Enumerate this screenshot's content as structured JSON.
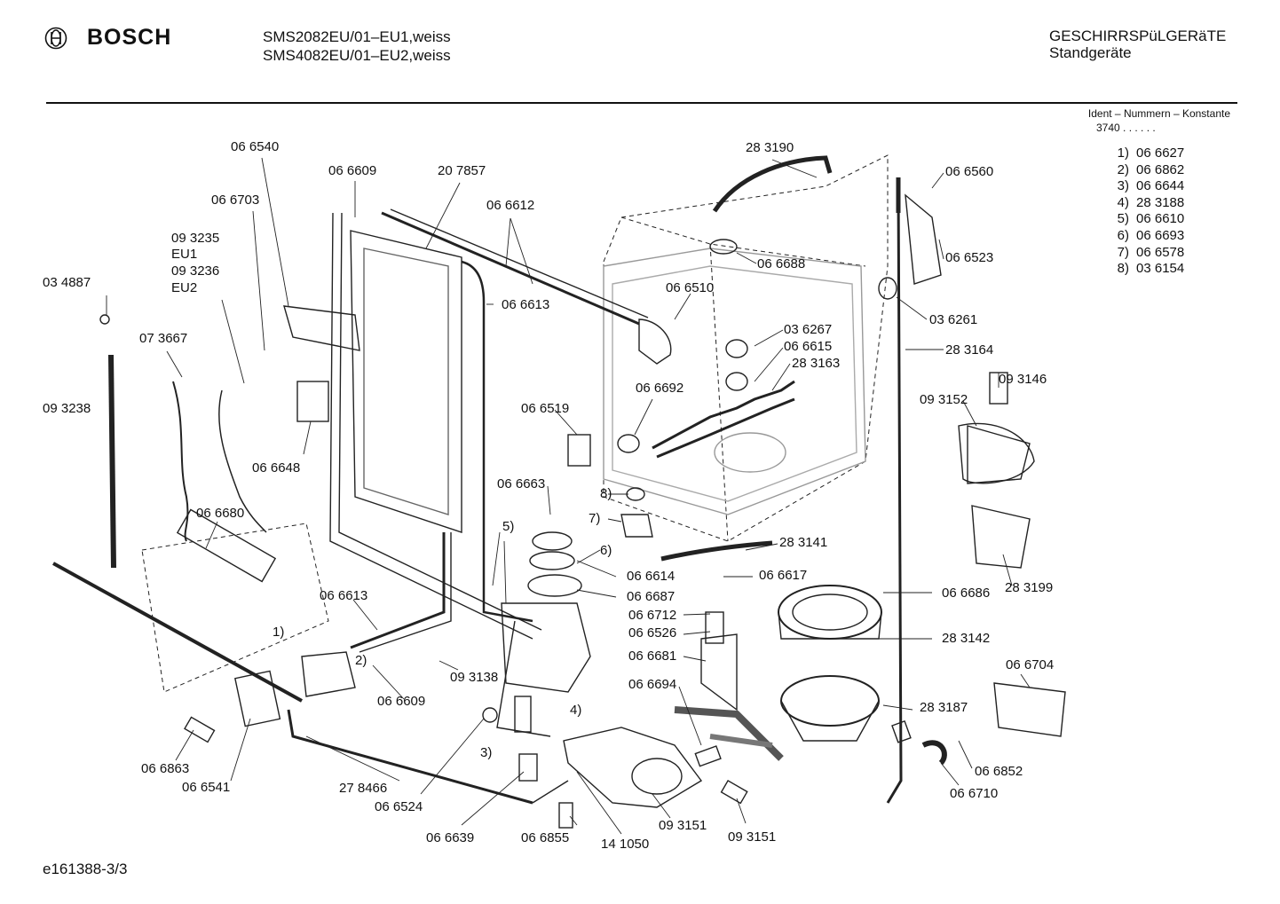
{
  "header": {
    "brand": "BOSCH",
    "models": [
      "SMS2082EU/01–EU1,weiss",
      "SMS4082EU/01–EU2,weiss"
    ],
    "category": [
      "GESCHIRRSPüLGERäTE",
      "Standgeräte"
    ]
  },
  "ident": {
    "title": "Ident – Nummern – Konstante",
    "sub": "3740 . .  . . . ."
  },
  "legend": [
    {
      "key": "1)",
      "value": "06 6627"
    },
    {
      "key": "2)",
      "value": "06 6862"
    },
    {
      "key": "3)",
      "value": "06 6644"
    },
    {
      "key": "4)",
      "value": "28 3188"
    },
    {
      "key": "5)",
      "value": "06 6610"
    },
    {
      "key": "6)",
      "value": "06 6693"
    },
    {
      "key": "7)",
      "value": "06 6578"
    },
    {
      "key": "8)",
      "value": "03 6154"
    }
  ],
  "part_labels": [
    "06 6540",
    "06 6609",
    "20 7857",
    "06 6703",
    "06 6612",
    "09 3235",
    "EU1",
    "09 3236",
    "EU2",
    "03 4887",
    "07 3667",
    "06 6613",
    "09 3238",
    "06 6648",
    "06 6680",
    "06 6613",
    "06 6609",
    "09 3138",
    "06 6863",
    "06 6541",
    "27 8466",
    "06 6524",
    "06 6639",
    "06 6855",
    "14 1050",
    "09 3151",
    "09 3151",
    "28 3190",
    "06 6560",
    "06 6523",
    "06 6688",
    "06 6510",
    "03 6261",
    "03 6267",
    "06 6615",
    "28 3164",
    "28 3163",
    "06 6692",
    "06 6519",
    "09 3146",
    "09 3152",
    "06 6663",
    "8)",
    "7)",
    "5)",
    "6)",
    "28 3141",
    "06 6614",
    "06 6617",
    "06 6687",
    "06 6686",
    "28 3199",
    "06 6712",
    "06 6526",
    "28 3142",
    "06 6681",
    "06 6704",
    "06 6694",
    "28 3187",
    "06 6852",
    "06 6710",
    "1)",
    "2)",
    "3)",
    "4)"
  ],
  "footer": "e161388-3/3"
}
